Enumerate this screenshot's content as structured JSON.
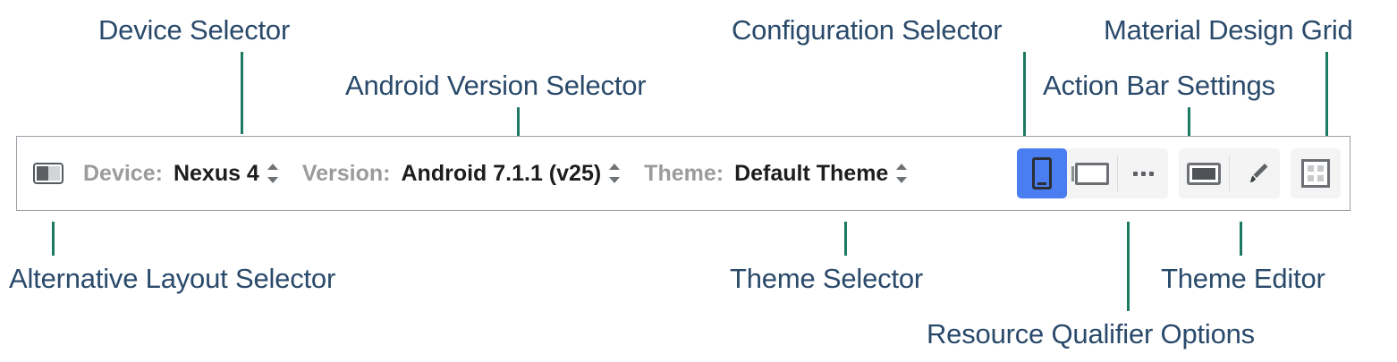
{
  "toolbar": {
    "alt_layout": {
      "icon": "alternative-layout-icon",
      "title": "Alternative Layout Selector"
    },
    "device": {
      "label": "Device:",
      "value": "Nexus 4"
    },
    "version": {
      "label": "Version:",
      "value": "Android 7.1.1 (v25)"
    },
    "theme": {
      "label": "Theme:",
      "value": "Default Theme"
    },
    "buttons": [
      {
        "name": "portrait-phone-button",
        "icon": "phone-icon",
        "active": true
      },
      {
        "name": "landscape-tablet-button",
        "icon": "landscape-tablet-icon",
        "active": false
      },
      {
        "name": "resource-qualifier-options-button",
        "icon": "ellipsis-icon",
        "active": false
      },
      {
        "name": "action-bar-settings-button",
        "icon": "action-bar-icon",
        "active": false
      },
      {
        "name": "theme-editor-button",
        "icon": "paintbrush-icon",
        "active": false
      },
      {
        "name": "material-design-grid-button",
        "icon": "grid-icon",
        "active": false
      }
    ]
  },
  "annotations": {
    "device_selector": "Device Selector",
    "android_version_selector": "Android Version Selector",
    "configuration_selector": "Configuration Selector",
    "material_design_grid": "Material Design Grid",
    "action_bar_settings": "Action Bar Settings",
    "alternative_layout_selector": "Alternative Layout Selector",
    "theme_selector": "Theme Selector",
    "theme_editor": "Theme Editor",
    "resource_qualifier_options": "Resource Qualifier Options"
  },
  "colors": {
    "annotation_text": "#2a4a6b",
    "leader_line": "#1c7a63",
    "active_button": "#4a7df0",
    "label_text": "#9b9b9b",
    "value_text": "#1d1d1d",
    "toolbar_border": "#9aa0a6"
  }
}
